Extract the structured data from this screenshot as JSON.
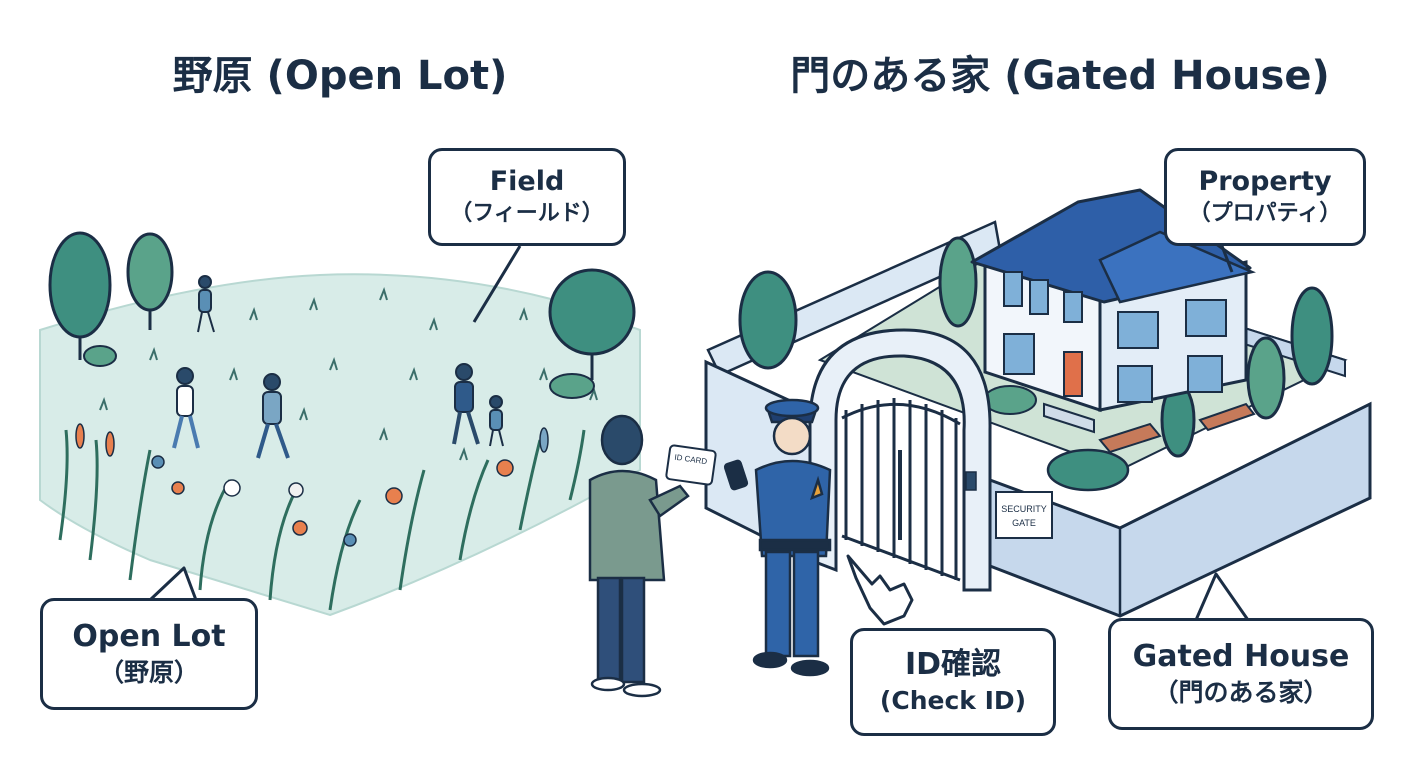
{
  "titles": {
    "left": "野原 (Open Lot)",
    "right": "門のある家 (Gated House)"
  },
  "callouts": {
    "field": {
      "line1": "Field",
      "line2": "（フィールド）"
    },
    "property": {
      "line1": "Property",
      "line2": "（プロパティ）"
    },
    "open_lot": {
      "line1": "Open Lot",
      "line2": "（野原）"
    },
    "check_id": {
      "line1": "ID確認",
      "line2": "(Check ID)"
    },
    "gated_house": {
      "line1": "Gated House",
      "line2": "（門のある家）"
    }
  },
  "signs": {
    "id_card": "ID CARD",
    "security_gate_line1": "SECURITY",
    "security_gate_line2": "GATE"
  },
  "colors": {
    "outline": "#1b2e45",
    "grass": "#d8ece8",
    "tree": "#3e8f80",
    "roof": "#2e5fa8",
    "wall": "#dbe8f4",
    "uniform": "#2f64a8"
  }
}
